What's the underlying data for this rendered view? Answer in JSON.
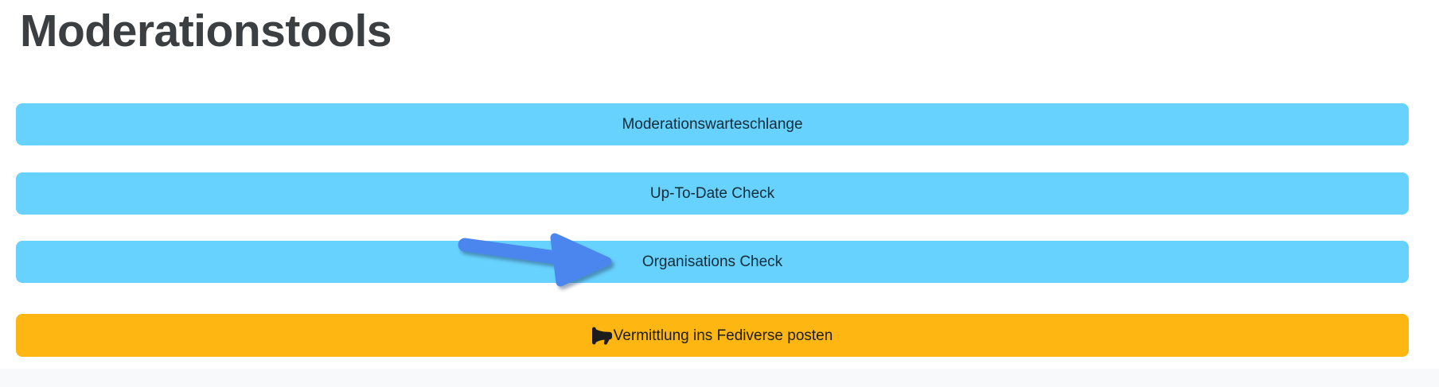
{
  "page": {
    "title": "Moderationstools"
  },
  "buttons": [
    {
      "label": "Moderationswarteschlange",
      "style": "info"
    },
    {
      "label": "Up-To-Date Check",
      "style": "info"
    },
    {
      "label": "Organisations Check",
      "style": "info"
    },
    {
      "label": "Vermittlung ins Fediverse posten",
      "style": "warning",
      "icon": "megaphone-icon"
    }
  ],
  "annotation": {
    "shape": "hand-drawn-arrow",
    "points_to": "Organisations Check",
    "color": "#4b86ee"
  },
  "colors": {
    "heading_text": "#3b3f42",
    "button_info_bg": "#67d2fd",
    "button_info_text": "#132b38",
    "button_warning_bg": "#fdb612",
    "button_warning_text": "#1c1c1c",
    "footer_bg": "#f8f9fa",
    "page_bg": "#ffffff"
  }
}
